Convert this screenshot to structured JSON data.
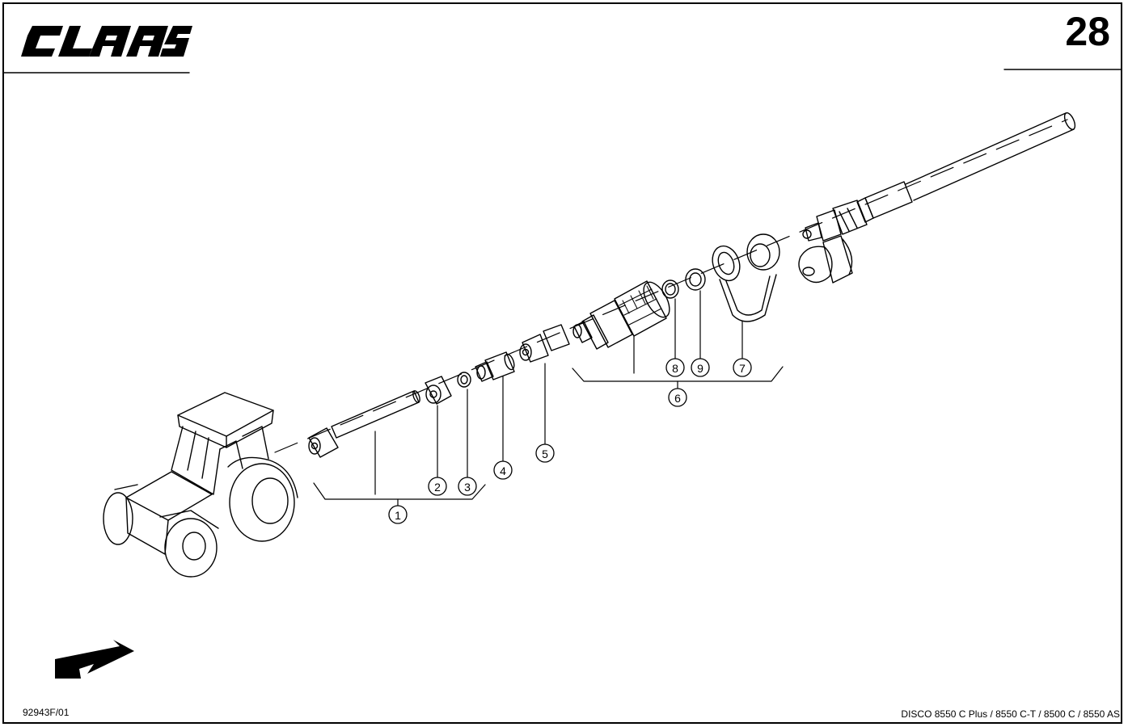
{
  "header": {
    "brand": "CLAAS",
    "page_number": "28"
  },
  "footer": {
    "drawing_code": "92943F/01",
    "models": "DISCO 8550 C Plus / 8550 C-T / 8500 C / 8550 AS"
  },
  "callouts": [
    "1",
    "2",
    "3",
    "4",
    "5",
    "6",
    "7",
    "8",
    "9"
  ],
  "icons": {
    "brand": "claas-logo",
    "vehicle": "tractor-icon",
    "direction": "direction-arrow-icon"
  },
  "colors": {
    "ink": "#000000",
    "paper": "#ffffff"
  }
}
